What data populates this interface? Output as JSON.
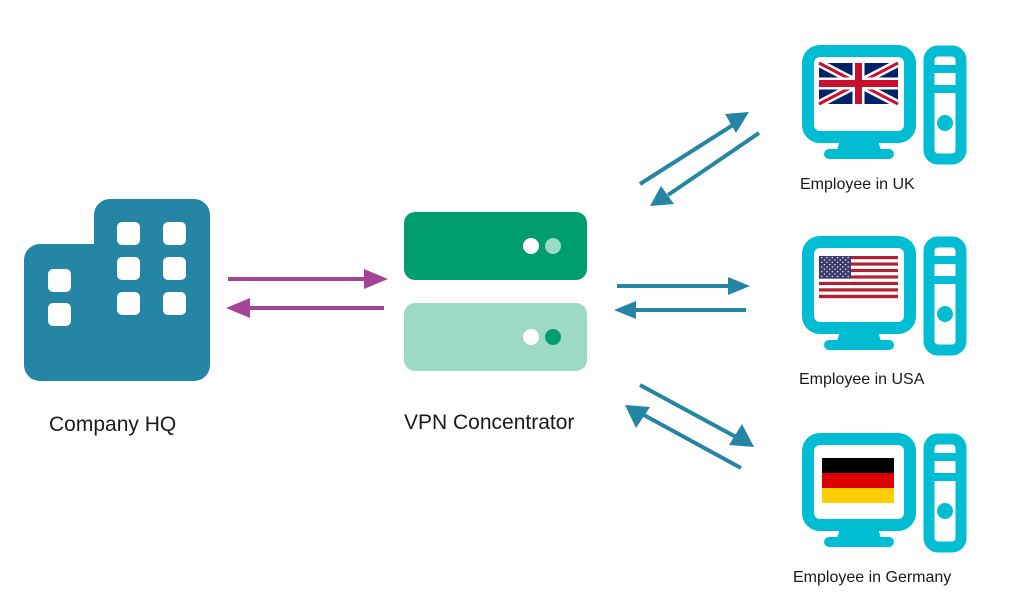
{
  "nodes": {
    "hq": {
      "label": "Company HQ",
      "icon": "building-icon"
    },
    "vpn": {
      "label": "VPN Concentrator",
      "icon": "server-icon"
    },
    "employees": [
      {
        "label": "Employee in UK",
        "flag": "uk-flag-icon",
        "icon": "computer-icon"
      },
      {
        "label": "Employee in USA",
        "flag": "us-flag-icon",
        "icon": "computer-icon"
      },
      {
        "label": "Employee in Germany",
        "flag": "germany-flag-icon",
        "icon": "computer-icon"
      }
    ]
  },
  "connections": [
    {
      "from": "Company HQ",
      "to": "VPN Concentrator",
      "direction": "bidirectional"
    },
    {
      "from": "VPN Concentrator",
      "to": "Employee in UK",
      "direction": "bidirectional"
    },
    {
      "from": "VPN Concentrator",
      "to": "Employee in USA",
      "direction": "bidirectional"
    },
    {
      "from": "VPN Concentrator",
      "to": "Employee in Germany",
      "direction": "bidirectional"
    }
  ],
  "colors": {
    "building": "#2585a4",
    "server_dark": "#009e6e",
    "server_light": "#9cdac5",
    "computer": "#00bdd3",
    "arrow_hq": "#a24597",
    "arrow_employee": "#2585a4"
  }
}
